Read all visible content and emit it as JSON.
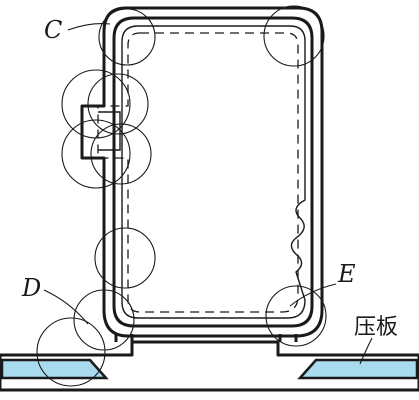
{
  "labels": {
    "c": "C",
    "d": "D",
    "e": "E",
    "plate": "压板"
  },
  "colors": {
    "line": "#1a1a1a",
    "plate_fill": "#a9dbee",
    "background": "#ffffff"
  }
}
